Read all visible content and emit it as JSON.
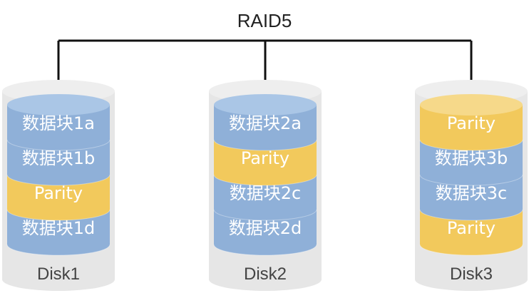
{
  "title": "RAID5",
  "colors": {
    "data_block": "#8fb0d8",
    "data_block_top": "#aac6e6",
    "parity_block": "#f2c95c",
    "parity_block_top": "#f6d98a",
    "outer_shell": "#e6e6e6",
    "block_text": "#ffffff",
    "label_text": "#444444",
    "connector": "#111111"
  },
  "disks": [
    {
      "label": "Disk1",
      "blocks": [
        {
          "text": "数据块1a",
          "kind": "data"
        },
        {
          "text": "数据块1b",
          "kind": "data"
        },
        {
          "text": "Parity",
          "kind": "parity"
        },
        {
          "text": "数据块1d",
          "kind": "data"
        }
      ]
    },
    {
      "label": "Disk2",
      "blocks": [
        {
          "text": "数据块2a",
          "kind": "data"
        },
        {
          "text": "Parity",
          "kind": "parity"
        },
        {
          "text": "数据块2c",
          "kind": "data"
        },
        {
          "text": "数据块2d",
          "kind": "data"
        }
      ]
    },
    {
      "label": "Disk3",
      "blocks": [
        {
          "text": "Parity",
          "kind": "parity"
        },
        {
          "text": "数据块3b",
          "kind": "data"
        },
        {
          "text": "数据块3c",
          "kind": "data"
        },
        {
          "text": "Parity",
          "kind": "parity"
        }
      ]
    }
  ]
}
